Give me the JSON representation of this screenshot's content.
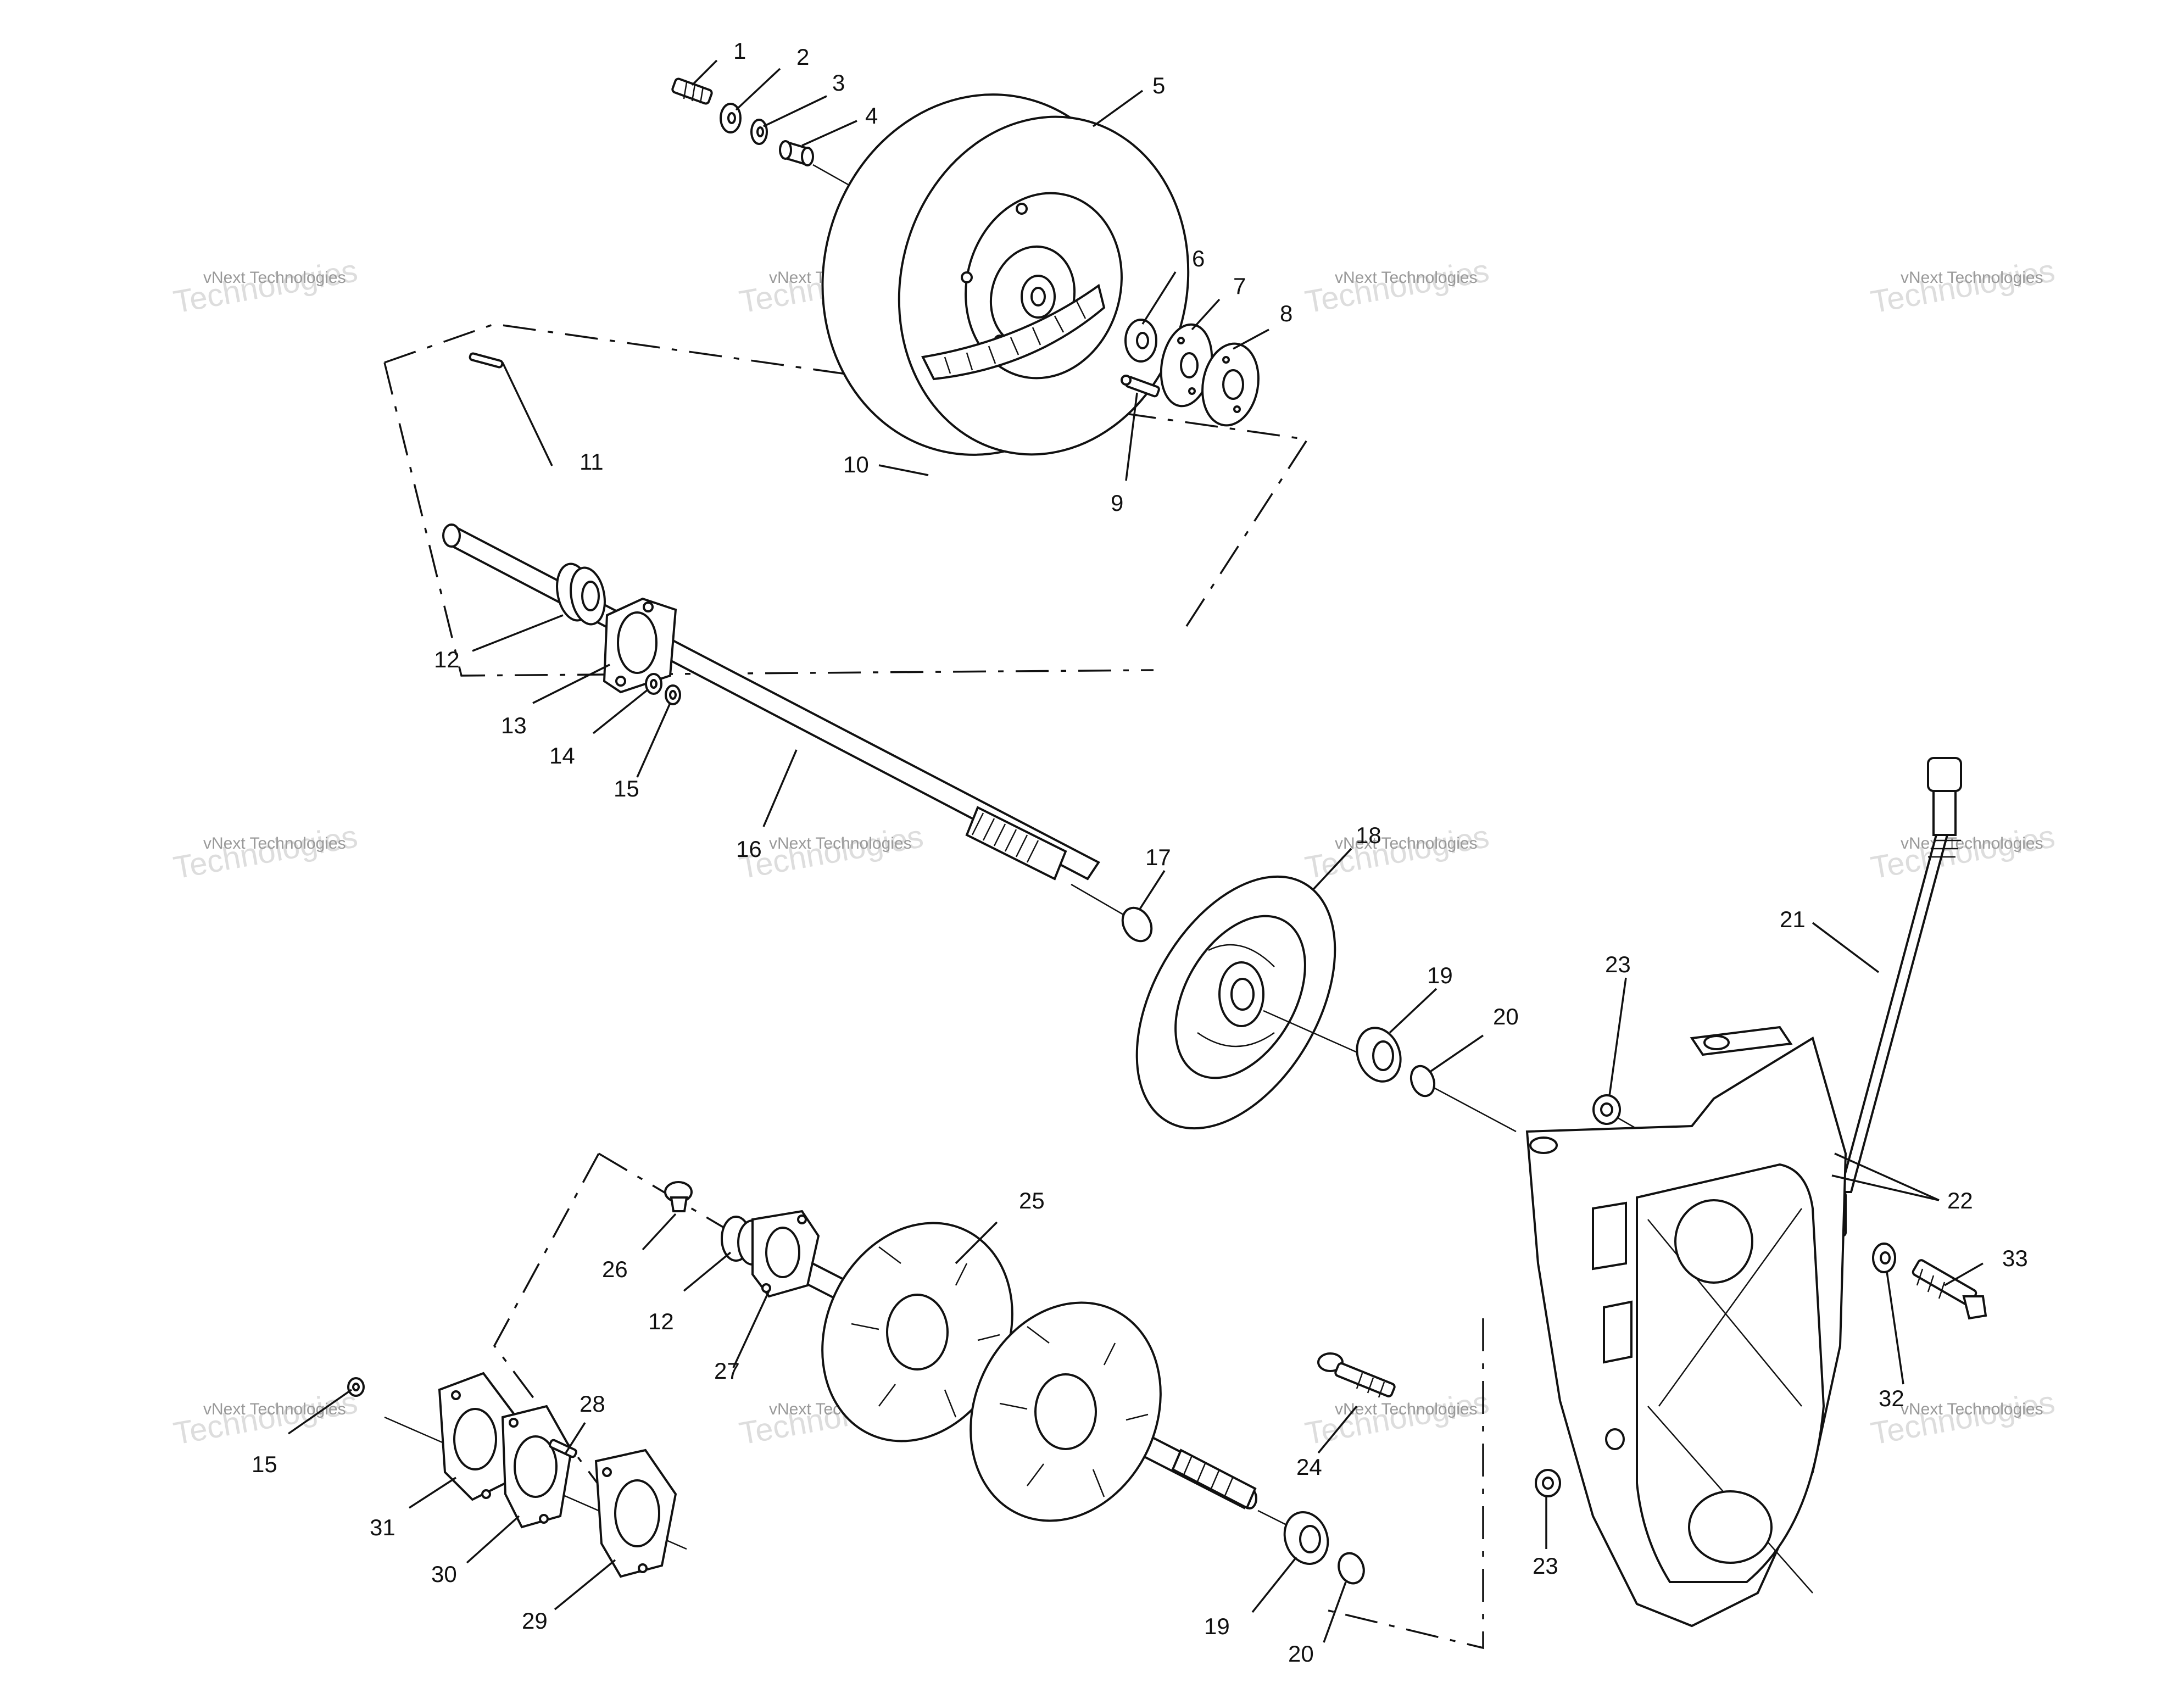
{
  "watermark": {
    "line1": "vNext Technologies",
    "line2": "Technologies"
  },
  "callouts": [
    {
      "id": "c1",
      "label": "1"
    },
    {
      "id": "c2",
      "label": "2"
    },
    {
      "id": "c3",
      "label": "3"
    },
    {
      "id": "c4",
      "label": "4"
    },
    {
      "id": "c5",
      "label": "5"
    },
    {
      "id": "c6",
      "label": "6"
    },
    {
      "id": "c7",
      "label": "7"
    },
    {
      "id": "c8",
      "label": "8"
    },
    {
      "id": "c9",
      "label": "9"
    },
    {
      "id": "c10",
      "label": "10"
    },
    {
      "id": "c11",
      "label": "11"
    },
    {
      "id": "c12a",
      "label": "12"
    },
    {
      "id": "c13",
      "label": "13"
    },
    {
      "id": "c14",
      "label": "14"
    },
    {
      "id": "c15a",
      "label": "15"
    },
    {
      "id": "c16",
      "label": "16"
    },
    {
      "id": "c17",
      "label": "17"
    },
    {
      "id": "c18",
      "label": "18"
    },
    {
      "id": "c19a",
      "label": "19"
    },
    {
      "id": "c20a",
      "label": "20"
    },
    {
      "id": "c21",
      "label": "21"
    },
    {
      "id": "c22",
      "label": "22"
    },
    {
      "id": "c23a",
      "label": "23"
    },
    {
      "id": "c25",
      "label": "25"
    },
    {
      "id": "c26",
      "label": "26"
    },
    {
      "id": "c12b",
      "label": "12"
    },
    {
      "id": "c27",
      "label": "27"
    },
    {
      "id": "c33",
      "label": "33"
    },
    {
      "id": "c32",
      "label": "32"
    },
    {
      "id": "c28",
      "label": "28"
    },
    {
      "id": "c15b",
      "label": "15"
    },
    {
      "id": "c24",
      "label": "24"
    },
    {
      "id": "c31",
      "label": "31"
    },
    {
      "id": "c30",
      "label": "30"
    },
    {
      "id": "c29",
      "label": "29"
    },
    {
      "id": "c23b",
      "label": "23"
    },
    {
      "id": "c19b",
      "label": "19"
    },
    {
      "id": "c20b",
      "label": "20"
    }
  ]
}
